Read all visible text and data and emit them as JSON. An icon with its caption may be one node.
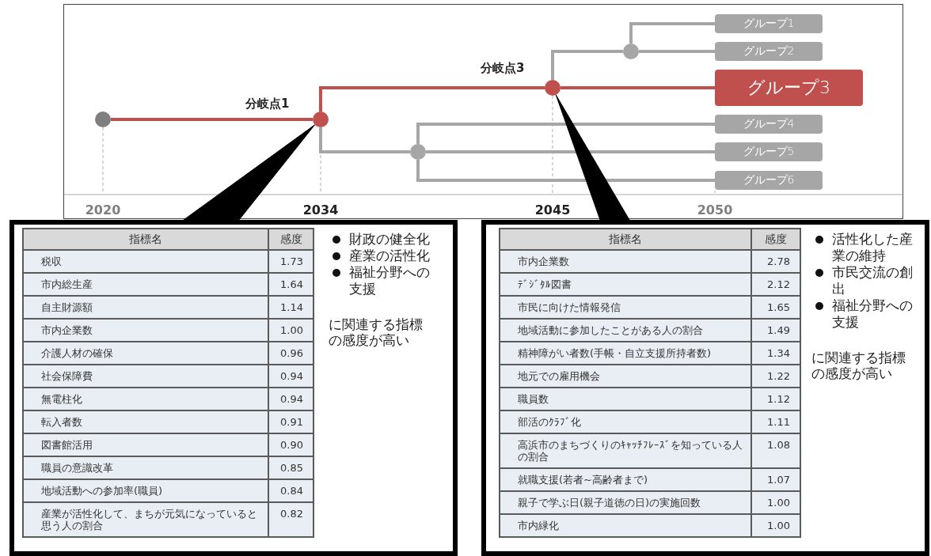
{
  "diagram": {
    "nodes": [
      {
        "text": [],
        "shape": "circle"
      },
      {
        "text": [],
        "shape": "circle",
        "beside": [
          "分岐点1"
        ]
      },
      {
        "text": [],
        "shape": "circle"
      },
      {
        "text": [],
        "shape": "circle",
        "beside": [
          "分岐点3"
        ]
      },
      {
        "text": [],
        "shape": "circle"
      },
      {
        "text": [
          "グループ1"
        ]
      },
      {
        "text": [
          "グループ2"
        ]
      },
      {
        "text": [
          "グループ3"
        ]
      },
      {
        "text": [
          "グループ4"
        ]
      },
      {
        "text": [
          "グループ5"
        ]
      },
      {
        "text": [
          "グループ6"
        ]
      },
      {
        "text": [
          "財政の健全化",
          "産業の活性化",
          "福祉分野への支援",
          "に関連する指標の感度が高い"
        ]
      },
      {
        "text": [
          "活性化した産業の維持",
          "市民交流の創出",
          "福祉分野への支援",
          "に関連する指標の感度が高い"
        ]
      }
    ],
    "edges": [
      {
        "from": 0,
        "to": 1,
        "arrow": "none",
        "color": "#c0504d"
      },
      {
        "from": 1,
        "to": 3,
        "arrow": "none",
        "color": "#c0504d"
      },
      {
        "from": 1,
        "to": 2,
        "arrow": "none"
      },
      {
        "from": 3,
        "to": 7,
        "arrow": "none",
        "color": "#c0504d"
      },
      {
        "from": 3,
        "to": 4,
        "arrow": "none"
      },
      {
        "from": 4,
        "to": 5,
        "arrow": "none"
      },
      {
        "from": 4,
        "to": 6,
        "arrow": "none"
      },
      {
        "from": 2,
        "to": 8,
        "arrow": "none"
      },
      {
        "from": 2,
        "to": 9,
        "arrow": "none"
      },
      {
        "from": 2,
        "to": 10,
        "arrow": "none"
      },
      {
        "from": 1,
        "to": 11,
        "arrow": "none",
        "style": "thick",
        "color": "#000000"
      },
      {
        "from": 3,
        "to": 12,
        "arrow": "none",
        "style": "thick",
        "color": "#000000"
      }
    ],
    "labels": [
      "2020",
      "2034",
      "2045",
      "2050",
      "指標名",
      "感度",
      "税収",
      "1.73",
      "市内総生産",
      "1.64",
      "自主財源額",
      "1.14",
      "市内企業数",
      "1.00",
      "介護人材の確保",
      "0.96",
      "社会保障費",
      "0.94",
      "無電柱化",
      "0.94",
      "転入者数",
      "0.91",
      "図書館活用",
      "0.90",
      "職員の意識改革",
      "0.85",
      "地域活動への参加率(職員)",
      "0.84",
      "産業が活性化して、まちが元気になっていると思う人の割合",
      "0.82",
      "指標名",
      "感度",
      "市内企業数",
      "2.78",
      "ﾃﾞｼﾞﾀﾙ図書",
      "2.12",
      "市民に向けた情報発信",
      "1.65",
      "地域活動に参加したことがある人の割合",
      "1.49",
      "精神障がい者数(手帳・自立支援所持者数)",
      "1.34",
      "地元での雇用機会",
      "1.22",
      "職員数",
      "1.12",
      "部活のｸﾗﾌﾞ化",
      "1.11",
      "高浜市のまちづくりのｷｬｯﾁﾌﾚｰｽﾞを知っている人の割合",
      "1.08",
      "就職支援(若者~高齢者まで)",
      "1.07",
      "親子で学ぶ日(親子道徳の日)の実施回数",
      "1.00",
      "市内緑化",
      "1.00"
    ]
  }
}
